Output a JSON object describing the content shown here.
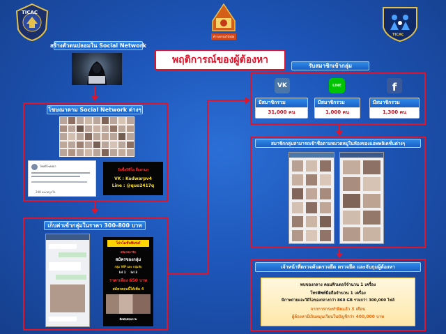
{
  "header": {
    "logo_left_text": "TICAC",
    "logo_center_text": "ดำรงธรรมวินิจฉัย",
    "logo_right_text": "TICAC"
  },
  "title": "พฤติการณ์ของผู้ต้องหา",
  "step1": {
    "label": "สร้างตัวตนปลอมใน Social Network"
  },
  "step2": {
    "label": "โฆษณาตาม Social Network ต่างๆ",
    "post_caption": "โพสต์โฆษณา",
    "promo_line1": "รับซื้อวิดีโอ สื่อลามก",
    "vk": "VK : Kodwarpv4",
    "line": "Line : @quo2417q",
    "reactions": "248 คนกดถูกใจ"
  },
  "step3": {
    "label": "เก็บค่าเข้ากลุ่มในราคา 300-800 บาท",
    "ad_title": "โปรโมชั่นพิเศษ!",
    "ad_sub": "สมัครสมาชิก",
    "ad_join": "สมัครของกลุ่ม",
    "ad_vip": "กลุ่ม VIP และ กลุ่มลับ",
    "ad_lv": "lvl 1     lvl 3",
    "ad_price_line": "ราคาเพียง 650 บาท",
    "ad_ext": "สมัครตอนนี้ได้เพิ่ม 4",
    "ad_bottom": "ติดต่อสอบถาม"
  },
  "members": {
    "label": "รับสมาชิกเข้ากลุ่ม",
    "items": [
      {
        "icon": "vk-icon",
        "glyph": "VK",
        "color": "#4a76a8",
        "title": "มีสมาชิกรวม",
        "count": "31,000 คน"
      },
      {
        "icon": "line-icon",
        "glyph": "LINE",
        "color": "#00c300",
        "title": "มีสมาชิกรวม",
        "count": "1,000 คน"
      },
      {
        "icon": "facebook-icon",
        "glyph": "f",
        "color": "#3b5998",
        "title": "มีสมาชิกรวม",
        "count": "1,300 คน"
      }
    ]
  },
  "share": {
    "label": "สมาชิกกลุ่มสามารถเข้าชื่อตามหมวดหมู่ในห้องของแอพพลิเคชั่นต่างๆ"
  },
  "arrest": {
    "label": "เจ้าหน้าที่ตรวจค้นตรวจยึด ตรวจยึด และจับกุมผู้ต้องหา",
    "line1": "พบของกลาง คอมพิวเตอร์จำนวน 1 เครื่อง",
    "line2": "โทรศัพท์มือถือจำนวน 1 เครื่อง",
    "line3": "มีภาพถ่ายและวีดีโอของกลางกว่า 860 GB รวมกว่า 300,000 ไฟล์",
    "line4": "จากการกระทำผิดแล้ว 3 เดือน",
    "line5": "ผู้ต้องหามีเงินหมุนเวียนในบัญชีกว่า 400,000 บาท"
  }
}
